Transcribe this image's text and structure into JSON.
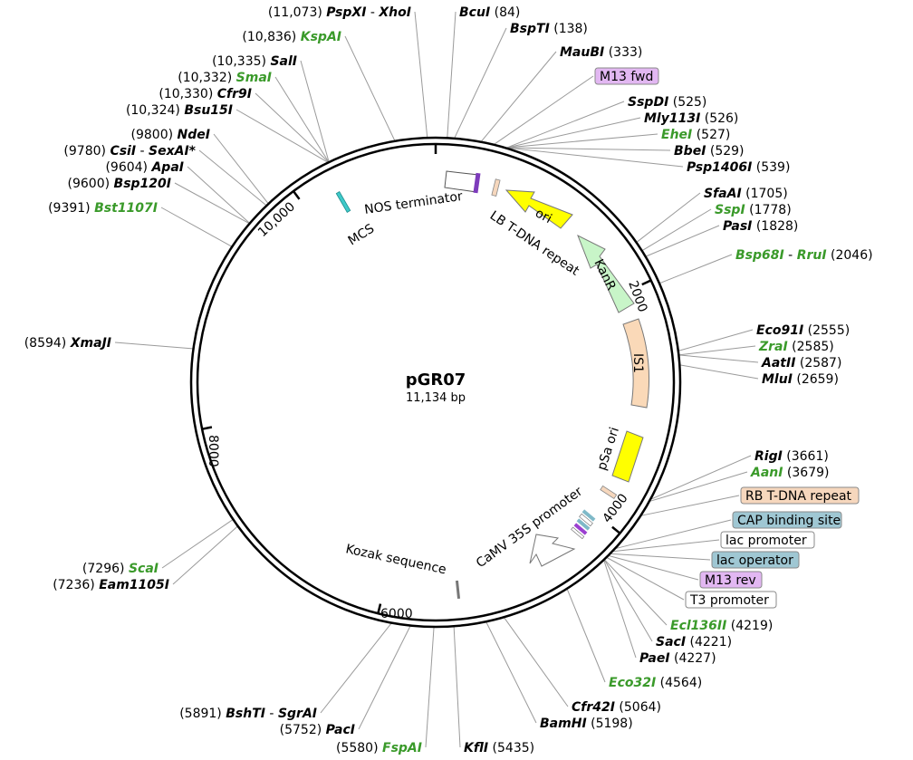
{
  "plasmid": {
    "name": "pGR07",
    "length_label": "11,134 bp",
    "length": 11134
  },
  "ticks": [
    {
      "bp": 0,
      "label": ""
    },
    {
      "bp": 2000,
      "label": "2000"
    },
    {
      "bp": 4000,
      "label": "4000"
    },
    {
      "bp": 6000,
      "label": "6000"
    },
    {
      "bp": 8000,
      "label": "8000"
    },
    {
      "bp": 10000,
      "label": "10,000"
    }
  ],
  "enzymes_right": [
    {
      "parts": [
        {
          "t": "Bcu",
          "i": true
        },
        {
          "t": "I"
        }
      ],
      "pos": "(84)",
      "green": false
    },
    {
      "parts": [
        {
          "t": "BspT",
          "i": true
        },
        {
          "t": "I"
        }
      ],
      "pos": "(138)",
      "green": false
    },
    {
      "parts": [
        {
          "t": "MauB",
          "i": true
        },
        {
          "t": "I"
        }
      ],
      "pos": "(333)",
      "green": false
    },
    {
      "parts": [
        {
          "t": "SspD",
          "i": true
        },
        {
          "t": "I"
        }
      ],
      "pos": "(525)",
      "green": false
    },
    {
      "parts": [
        {
          "t": "Mly",
          "i": true
        },
        {
          "t": "113I"
        }
      ],
      "pos": "(526)",
      "green": false
    },
    {
      "parts": [
        {
          "t": "Ehe",
          "i": true
        },
        {
          "t": "I"
        }
      ],
      "pos": "(527)",
      "green": true
    },
    {
      "parts": [
        {
          "t": "Bbe",
          "i": true
        },
        {
          "t": "I"
        }
      ],
      "pos": "(529)",
      "green": false
    },
    {
      "parts": [
        {
          "t": "Psp",
          "i": true
        },
        {
          "t": "1406I"
        }
      ],
      "pos": "(539)",
      "green": false
    },
    {
      "parts": [
        {
          "t": "SfaA",
          "i": true
        },
        {
          "t": "I"
        }
      ],
      "pos": "(1705)",
      "green": false
    },
    {
      "parts": [
        {
          "t": "Ssp",
          "i": true
        },
        {
          "t": "I"
        }
      ],
      "pos": "(1778)",
      "green": true
    },
    {
      "parts": [
        {
          "t": "Pas",
          "i": true
        },
        {
          "t": "I"
        }
      ],
      "pos": "(1828)",
      "green": false
    },
    {
      "parts": [
        {
          "t": "Bsp",
          "i": true
        },
        {
          "t": "68I"
        },
        {
          "t": " - "
        },
        {
          "t": "Rru",
          "i": true
        },
        {
          "t": "I"
        }
      ],
      "pos": "(2046)",
      "green": true
    },
    {
      "parts": [
        {
          "t": "Eco",
          "i": true
        },
        {
          "t": "91I"
        }
      ],
      "pos": "(2555)",
      "green": false
    },
    {
      "parts": [
        {
          "t": "Zra",
          "i": true
        },
        {
          "t": "I"
        }
      ],
      "pos": "(2585)",
      "green": true
    },
    {
      "parts": [
        {
          "t": "Aat",
          "i": true
        },
        {
          "t": "II"
        }
      ],
      "pos": "(2587)",
      "green": false
    },
    {
      "parts": [
        {
          "t": "Mlu",
          "i": true
        },
        {
          "t": "I"
        }
      ],
      "pos": "(2659)",
      "green": false
    },
    {
      "parts": [
        {
          "t": "Rig",
          "i": true
        },
        {
          "t": "I"
        }
      ],
      "pos": "(3661)",
      "green": false
    },
    {
      "parts": [
        {
          "t": "Aan",
          "i": true
        },
        {
          "t": "I"
        }
      ],
      "pos": "(3679)",
      "green": true
    },
    {
      "parts": [
        {
          "t": "Ecl",
          "i": true
        },
        {
          "t": "136II"
        }
      ],
      "pos": "(4219)",
      "green": true
    },
    {
      "parts": [
        {
          "t": "Sac",
          "i": true
        },
        {
          "t": "I"
        }
      ],
      "pos": "(4221)",
      "green": false
    },
    {
      "parts": [
        {
          "t": "Pae",
          "i": true
        },
        {
          "t": "I"
        }
      ],
      "pos": "(4227)",
      "green": false
    },
    {
      "parts": [
        {
          "t": "Eco",
          "i": true
        },
        {
          "t": "32I"
        }
      ],
      "pos": "(4564)",
      "green": true
    },
    {
      "parts": [
        {
          "t": "Cfr",
          "i": true
        },
        {
          "t": "42I"
        }
      ],
      "pos": "(5064)",
      "green": false
    },
    {
      "parts": [
        {
          "t": "BamH",
          "i": true
        },
        {
          "t": "I"
        }
      ],
      "pos": "(5198)",
      "green": false
    },
    {
      "parts": [
        {
          "t": "Kfl",
          "i": true
        },
        {
          "t": "I"
        }
      ],
      "pos": "(5435)",
      "green": false
    }
  ],
  "enzymes_left": [
    {
      "parts": [
        {
          "t": "PspX",
          "i": true
        },
        {
          "t": "I"
        },
        {
          "t": " - "
        },
        {
          "t": "Xho",
          "i": true
        },
        {
          "t": "I"
        }
      ],
      "pos": "(11,073)",
      "green": false
    },
    {
      "parts": [
        {
          "t": "KspA",
          "i": true
        },
        {
          "t": "I"
        }
      ],
      "pos": "(10,836)",
      "green": true
    },
    {
      "parts": [
        {
          "t": "Sal",
          "i": true
        },
        {
          "t": "I"
        }
      ],
      "pos": "(10,335)",
      "green": false
    },
    {
      "parts": [
        {
          "t": "Sma",
          "i": true
        },
        {
          "t": "I"
        }
      ],
      "pos": "(10,332)",
      "green": true
    },
    {
      "parts": [
        {
          "t": "Cfr",
          "i": true
        },
        {
          "t": "9I"
        }
      ],
      "pos": "(10,330)",
      "green": false
    },
    {
      "parts": [
        {
          "t": "Bsu",
          "i": true
        },
        {
          "t": "15I"
        }
      ],
      "pos": "(10,324)",
      "green": false
    },
    {
      "parts": [
        {
          "t": "Nde",
          "i": true
        },
        {
          "t": "I"
        }
      ],
      "pos": "(9800)",
      "green": false
    },
    {
      "parts": [
        {
          "t": "Csi",
          "i": true
        },
        {
          "t": "I"
        },
        {
          "t": " - "
        },
        {
          "t": "SexA",
          "i": true
        },
        {
          "t": "I*"
        }
      ],
      "pos": "(9780)",
      "green": false
    },
    {
      "parts": [
        {
          "t": "Apa",
          "i": true
        },
        {
          "t": "I"
        }
      ],
      "pos": "(9604)",
      "green": false
    },
    {
      "parts": [
        {
          "t": "Bsp",
          "i": true
        },
        {
          "t": "120I"
        }
      ],
      "pos": "(9600)",
      "green": false
    },
    {
      "parts": [
        {
          "t": "Bst",
          "i": true
        },
        {
          "t": "1107I"
        }
      ],
      "pos": "(9391)",
      "green": true
    },
    {
      "parts": [
        {
          "t": "XmaJ",
          "i": true
        },
        {
          "t": "I"
        }
      ],
      "pos": "(8594)",
      "green": false
    },
    {
      "parts": [
        {
          "t": "Sca",
          "i": true
        },
        {
          "t": "I"
        }
      ],
      "pos": "(7296)",
      "green": true
    },
    {
      "parts": [
        {
          "t": "Eam",
          "i": true
        },
        {
          "t": "1105I"
        }
      ],
      "pos": "(7236)",
      "green": false
    },
    {
      "parts": [
        {
          "t": "BshT",
          "i": true
        },
        {
          "t": "I"
        },
        {
          "t": " - "
        },
        {
          "t": "SgrA",
          "i": true
        },
        {
          "t": "I"
        }
      ],
      "pos": "(5891)",
      "green": false
    },
    {
      "parts": [
        {
          "t": "Pac",
          "i": true
        },
        {
          "t": "I"
        }
      ],
      "pos": "(5752)",
      "green": false
    },
    {
      "parts": [
        {
          "t": "FspA",
          "i": true
        },
        {
          "t": "I"
        }
      ],
      "pos": "(5580)",
      "green": true
    }
  ],
  "boxed_features": [
    {
      "label": "M13 fwd",
      "bg": "#e2b7f2",
      "bp": 430
    },
    {
      "label": "RB T-DNA repeat",
      "bg": "#f6d7bd",
      "bp": 3800
    },
    {
      "label": "CAP binding site",
      "bg": "#9fc7d3",
      "bp": 4100
    },
    {
      "label": "lac promoter",
      "bg": "#ffffff",
      "bp": 4130
    },
    {
      "label": "lac operator",
      "bg": "#9fc7d3",
      "bp": 4155
    },
    {
      "label": "M13 rev",
      "bg": "#e2b7f2",
      "bp": 4175
    },
    {
      "label": "T3 promoter",
      "bg": "#ffffff",
      "bp": 4195
    }
  ],
  "inner_labels": {
    "nos_terminator": "NOS terminator",
    "mcs": "MCS",
    "lb_repeat": "LB T-DNA repeat",
    "ori": "ori",
    "kanr": "KanR",
    "is1": "IS1",
    "psa_ori": "pSa ori",
    "camv": "CaMV 35S promoter",
    "kozak": "Kozak sequence"
  },
  "colors": {
    "ori": "#ffff00",
    "kanr": "#c8f5c8",
    "is1": "#fad9b8",
    "psa_ori": "#ffff00",
    "lb_repeat": "#f6d7bd",
    "mcs": "#3ec9c9",
    "m13": "#9b3fd0",
    "green_text": "#3a9a2a",
    "leader": "#9a9a9a"
  }
}
